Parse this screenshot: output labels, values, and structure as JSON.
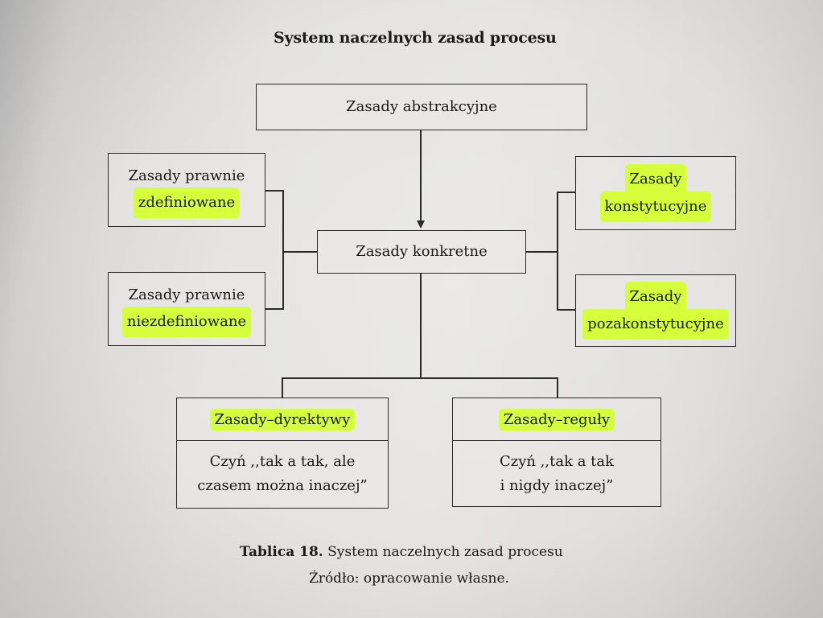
{
  "title": "System naczelnych zasad procesu",
  "boxes": {
    "abstract": "Zasady abstrakcyjne",
    "concrete": "Zasady konkretne",
    "defined_line1": "Zasady prawnie",
    "defined_line2": "zdefiniowane",
    "undefined_line1": "Zasady prawnie",
    "undefined_line2": "niezdefiniowane",
    "constitutional_line1": "Zasady",
    "constitutional_line2": "konstytucyjne",
    "nonconstitutional_line1": "Zasady",
    "nonconstitutional_line2": "pozakonstytucyjne",
    "directives_head": "Zasady–dyrektywy",
    "directives_line1": "Czyń ,,tak a tak, ale",
    "directives_line2": "czasem można inaczej”",
    "rules_head": "Zasady–reguły",
    "rules_line1": "Czyń ,,tak a tak",
    "rules_line2": "i nigdy inaczej”"
  },
  "caption": {
    "label": "Tablica 18.",
    "text": "System naczelnych zasad procesu",
    "source": "Źródło: opracowanie własne."
  },
  "colors": {
    "highlight": "#d4ff3a",
    "ink": "#2a2a2a"
  }
}
